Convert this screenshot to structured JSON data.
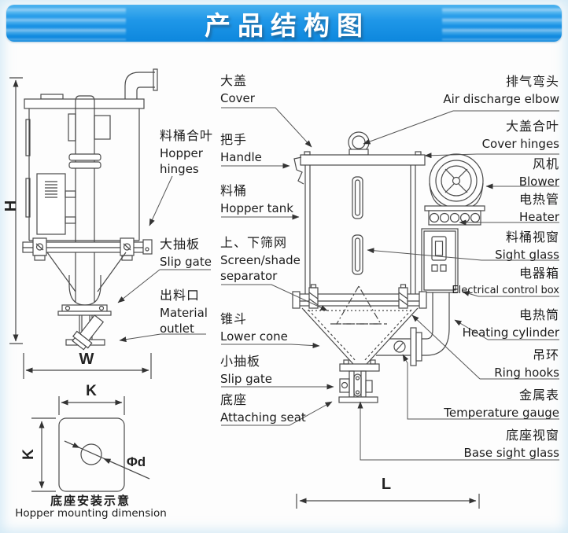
{
  "title": {
    "text": "产品结构图"
  },
  "diagram": {
    "middle_labels": [
      {
        "zh": "大盖",
        "en": "Cover"
      },
      {
        "zh": "把手",
        "en": "Handle"
      },
      {
        "zh": "料桶",
        "en": "Hopper tank"
      },
      {
        "zh": "上、下筛网",
        "en": "Screen/shade separator"
      },
      {
        "zh": "锥斗",
        "en": "Lower cone"
      },
      {
        "zh": "小抽板",
        "en": "Slip gate"
      },
      {
        "zh": "底座",
        "en": "Attaching seat"
      }
    ],
    "left_labels": [
      {
        "zh": "料桶合叶",
        "en": "Hopper hinges"
      },
      {
        "zh": "大抽板",
        "en": "Slip gate"
      },
      {
        "zh": "出料口",
        "en": "Material outlet"
      }
    ],
    "right_labels": [
      {
        "zh": "排气弯头",
        "en": "Air discharge elbow"
      },
      {
        "zh": "大盖合叶",
        "en": "Cover hinges"
      },
      {
        "zh": "风机",
        "en": "Blower"
      },
      {
        "zh": "电热管",
        "en": "Heater"
      },
      {
        "zh": "料桶视窗",
        "en": "Sight glass"
      },
      {
        "zh": "电器箱",
        "en": "Electrical control box"
      },
      {
        "zh": "电热筒",
        "en": "Heating cylinder"
      },
      {
        "zh": "吊环",
        "en": "Ring hooks"
      },
      {
        "zh": "金属表",
        "en": "Temperature gauge"
      },
      {
        "zh": "底座视窗",
        "en": "Base sight glass"
      }
    ],
    "dimensions": {
      "height": "H",
      "width": "W",
      "base_k_top": "K",
      "base_k_side": "K",
      "hole": "Φd",
      "length": "L"
    },
    "mounting_caption": {
      "zh": "底座安装示意",
      "en": "Hopper mounting dimension"
    }
  },
  "colors": {
    "banner_blue": "#1f97e8",
    "banner_blue_dark": "#0d87dd",
    "banner_blue_light": "#4ab2ef",
    "line": "#4a4a4a",
    "leader": "#555555",
    "text": "#1c1c1c"
  }
}
